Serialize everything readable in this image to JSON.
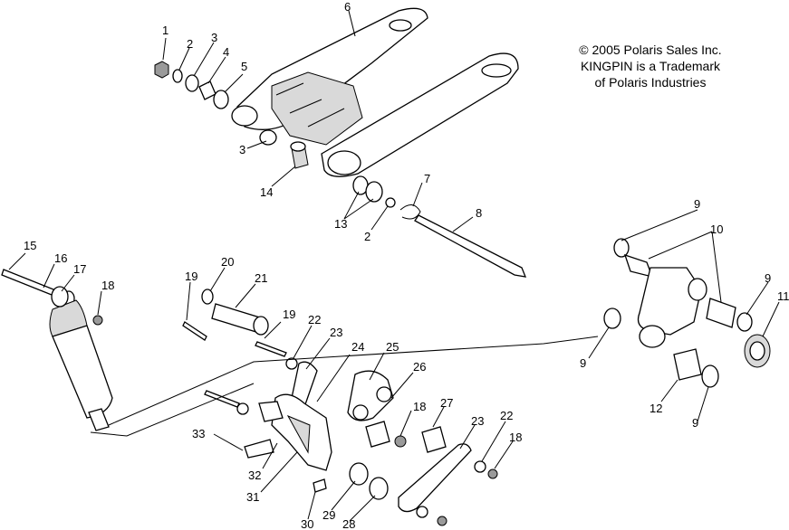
{
  "notice": {
    "lines": [
      "© 2005 Polaris Sales Inc.",
      "KINGPIN is a Trademark",
      "of Polaris Industries"
    ]
  },
  "callouts": [
    "1",
    "2",
    "3",
    "4",
    "5",
    "6",
    "3",
    "14",
    "13",
    "2",
    "7",
    "8",
    "9",
    "10",
    "9",
    "11",
    "9",
    "12",
    "9",
    "15",
    "16",
    "17",
    "18",
    "19",
    "20",
    "21",
    "19",
    "22",
    "23",
    "24",
    "25",
    "26",
    "18",
    "27",
    "23",
    "22",
    "18",
    "33",
    "32",
    "31",
    "30",
    "29",
    "28"
  ]
}
